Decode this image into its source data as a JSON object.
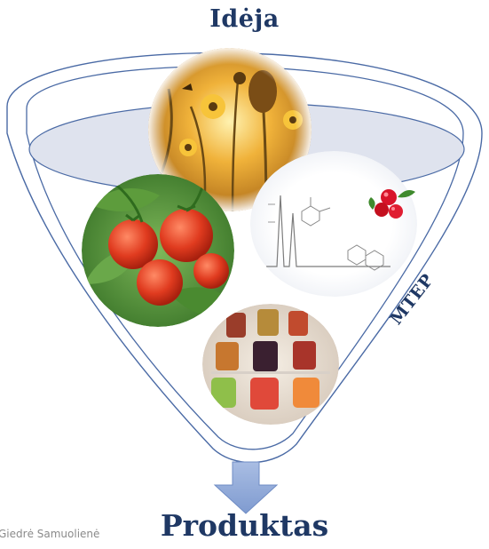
{
  "diagram": {
    "top_label": "Idėja",
    "bottom_label": "Produktas",
    "side_label": "MTEP",
    "credit": "Giedrė Samuolienė"
  },
  "images": [
    {
      "id": "flowers-photo-icon"
    },
    {
      "id": "tomatoes-photo-icon"
    },
    {
      "id": "chromatogram-chart-icon"
    },
    {
      "id": "cranberries-icon"
    },
    {
      "id": "juice-jars-photo-icon"
    }
  ],
  "colors": {
    "label_text": "#1f3864",
    "funnel_outline": "#4a6aa5",
    "funnel_fill": "#dfe3ee",
    "arrow": "#8ea7d6"
  }
}
